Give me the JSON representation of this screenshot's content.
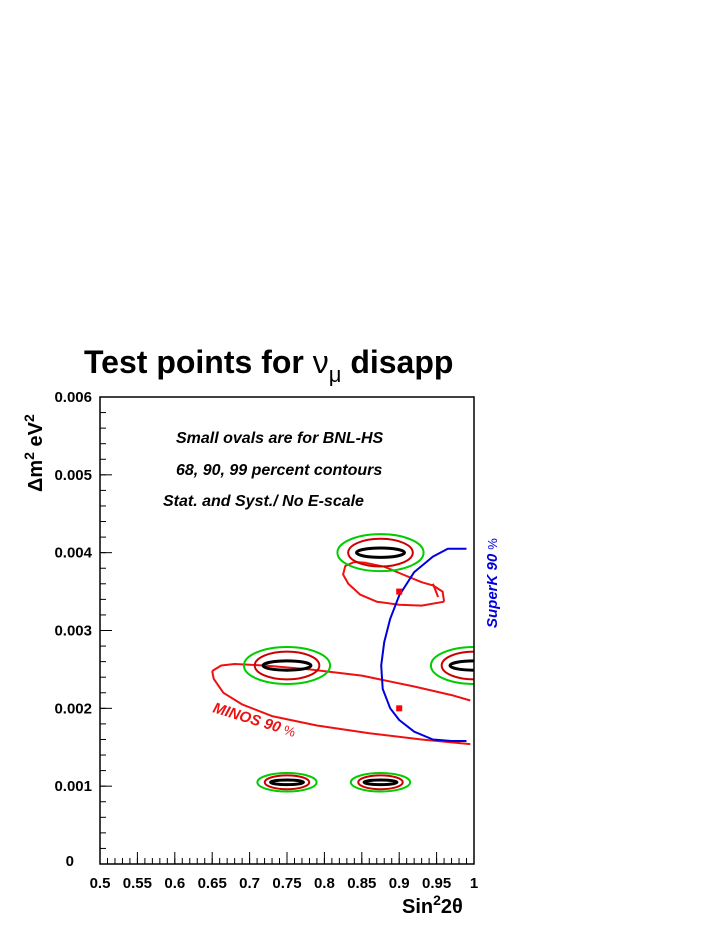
{
  "chart_data": {
    "type": "contour",
    "title": {
      "prefix": "Test points for ",
      "symbol": "ν",
      "sub": "μ",
      "suffix": " disapp"
    },
    "xlabel": {
      "main": "Sin",
      "sup": "2",
      "rest": "2θ"
    },
    "ylabel": {
      "delta": "Δm",
      "sup1": "2",
      "unit": " eV",
      "sup2": "2"
    },
    "xlim": [
      0.5,
      1.0
    ],
    "ylim": [
      0,
      0.006
    ],
    "x_ticks": [
      "0.5",
      "0.55",
      "0.6",
      "0.65",
      "0.7",
      "0.75",
      "0.8",
      "0.85",
      "0.9",
      "0.95",
      "1"
    ],
    "y_ticks": [
      "0",
      "0.001",
      "0.002",
      "0.003",
      "0.004",
      "0.005",
      "0.006"
    ],
    "annotations": [
      "Small ovals are for BNL-HS",
      "68, 90, 99 percent contours",
      "Stat. and Syst./ No E-scale"
    ],
    "test_points": [
      {
        "x": 0.75,
        "y": 0.00255,
        "rx": 0.032,
        "ry": 6e-05
      },
      {
        "x": 0.875,
        "y": 0.004,
        "rx": 0.032,
        "ry": 6e-05
      },
      {
        "x": 1.0,
        "y": 0.00255,
        "rx": 0.032,
        "ry": 6e-05
      },
      {
        "x": 0.75,
        "y": 0.00105,
        "rx": 0.022,
        "ry": 3e-05
      },
      {
        "x": 0.875,
        "y": 0.00105,
        "rx": 0.022,
        "ry": 3e-05
      }
    ],
    "contour_levels": [
      {
        "level": "68",
        "color": "#000000",
        "scale": 1.0
      },
      {
        "level": "90",
        "color": "#cc0000",
        "scale": 1.35
      },
      {
        "level": "99",
        "color": "#00cc00",
        "scale": 1.8
      }
    ],
    "best_fit_markers": [
      {
        "x": 0.9,
        "y": 0.0035,
        "color": "#ff0000"
      },
      {
        "x": 0.9,
        "y": 0.002,
        "color": "#ff0000"
      }
    ],
    "curves": [
      {
        "name": "MINOS 90 %",
        "label_main": "MINOS 90",
        "label_pct": "%",
        "color": "#ee1111",
        "segments": [
          [
            [
              0.65,
              0.00248
            ],
            [
              0.662,
              0.00255
            ],
            [
              0.68,
              0.00257
            ],
            [
              0.72,
              0.00255
            ],
            [
              0.78,
              0.0025
            ],
            [
              0.85,
              0.00242
            ],
            [
              0.92,
              0.00228
            ],
            [
              0.97,
              0.00217
            ],
            [
              0.995,
              0.0021
            ]
          ],
          [
            [
              0.65,
              0.00248
            ],
            [
              0.652,
              0.00238
            ],
            [
              0.665,
              0.0022
            ],
            [
              0.69,
              0.00205
            ],
            [
              0.73,
              0.0019
            ],
            [
              0.79,
              0.00178
            ],
            [
              0.86,
              0.00168
            ],
            [
              0.93,
              0.0016
            ],
            [
              0.995,
              0.00154
            ]
          ],
          [
            [
              0.96,
              0.00337
            ],
            [
              0.958,
              0.0035
            ],
            [
              0.945,
              0.00358
            ],
            [
              0.93,
              0.00362
            ],
            [
              0.905,
              0.00372
            ],
            [
              0.88,
              0.00382
            ],
            [
              0.855,
              0.00387
            ],
            [
              0.84,
              0.00388
            ],
            [
              0.828,
              0.00383
            ],
            [
              0.825,
              0.00372
            ],
            [
              0.832,
              0.0036
            ],
            [
              0.848,
              0.00346
            ],
            [
              0.87,
              0.00337
            ],
            [
              0.9,
              0.00333
            ],
            [
              0.93,
              0.00332
            ],
            [
              0.96,
              0.00337
            ]
          ],
          [
            [
              0.945,
              0.0036
            ],
            [
              0.95,
              0.00348
            ],
            [
              0.952,
              0.00343
            ]
          ]
        ]
      },
      {
        "name": "SuperK 90 %",
        "label_main": "SuperK 90",
        "label_pct": "%",
        "color": "#0000dd",
        "segments": [
          [
            [
              0.99,
              0.00405
            ],
            [
              0.965,
              0.00405
            ],
            [
              0.945,
              0.00395
            ],
            [
              0.92,
              0.00375
            ],
            [
              0.9,
              0.00345
            ],
            [
              0.888,
              0.00315
            ],
            [
              0.88,
              0.00285
            ],
            [
              0.876,
              0.00255
            ],
            [
              0.878,
              0.00225
            ],
            [
              0.888,
              0.002
            ],
            [
              0.9,
              0.00185
            ],
            [
              0.92,
              0.0017
            ],
            [
              0.945,
              0.0016
            ],
            [
              0.97,
              0.00158
            ],
            [
              0.99,
              0.00158
            ]
          ]
        ]
      }
    ]
  }
}
